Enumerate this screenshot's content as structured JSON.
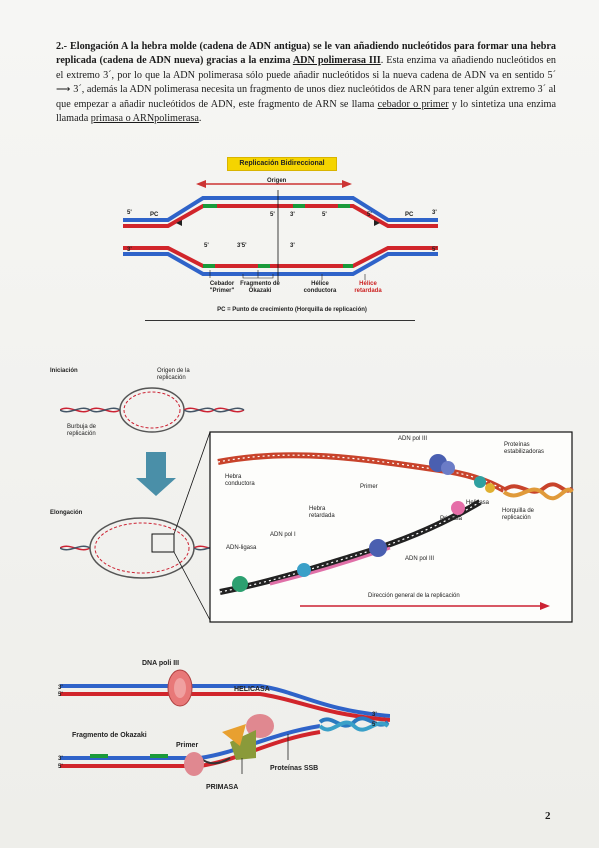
{
  "para": {
    "p1": "2.- Elongación A la hebra molde (cadena de ADN antigua) se le van añadiendo nucleótidos para formar una hebra replicada (cadena de ADN nueva) gracias a la enzima ",
    "enzyme1": "ADN polimerasa III",
    "p2": ". Esta enzima va añadiendo nucleótidos en el extremo 3´, por lo que la ADN polimerasa sólo puede añadir nucleótidos si la nueva cadena de ADN va en sentido 5´ ",
    "arrow": "⟶",
    "p3": " 3´, además la ADN polimerasa necesita un fragmento de unos diez nucleótidos de ARN para tener algún extremo 3´ al que empezar a añadir nucleótidos de ADN, este fragmento de ARN se llama ",
    "primer": "cebador o primer",
    "p4": " y lo sintetiza una enzima llamada ",
    "primasa": "primasa o ARNpolimerasa",
    "p5": "."
  },
  "fig1": {
    "title": "Replicación Bidireccional",
    "origin": "Origen",
    "pc": "PC",
    "five": "5'",
    "three": "3'",
    "three_five": "3'5'",
    "primer": "Cebador \"Primer\"",
    "okazaki": "Fragmento de Okazaki",
    "leading": "Hélice conductora",
    "lagging": "Hélice retardada",
    "caption": "PC = Punto de crecimiento (Horquilla de replicación)"
  },
  "fig2": {
    "iniciacion": "Iniciación",
    "origen": "Origen de la replicación",
    "burbuja": "Burbuja de replicación",
    "elongacion": "Elongación",
    "adn_pol3_top": "ADN pol III",
    "proteinas": "Proteínas estabilizadoras",
    "hebra_conductora": "Hebra conductora",
    "primer": "Primer",
    "helicasa": "Helicasa",
    "primasa": "Primasa",
    "horquilla": "Horquilla de replicación",
    "hebra_retardada": "Hebra retardada",
    "adn_pol1": "ADN pol I",
    "adn_ligasa": "ADN-ligasa",
    "adn_pol3_bottom": "ADN pol III",
    "direccion": "Dirección general de la replicación"
  },
  "fig3": {
    "dna_pol": "DNA poli III",
    "helicasa": "HELICASA",
    "okazaki": "Fragmento de Okazaki",
    "primer": "Primer",
    "ssb": "Proteínas SSB",
    "primasa": "PRIMASA",
    "three": "3'",
    "five": "5'"
  },
  "page_number": "2",
  "colors": {
    "old_strand": "#2f63c9",
    "new_strand": "#d1252b",
    "primer": "#1a9a3a",
    "title_bg": "#f5d400"
  }
}
